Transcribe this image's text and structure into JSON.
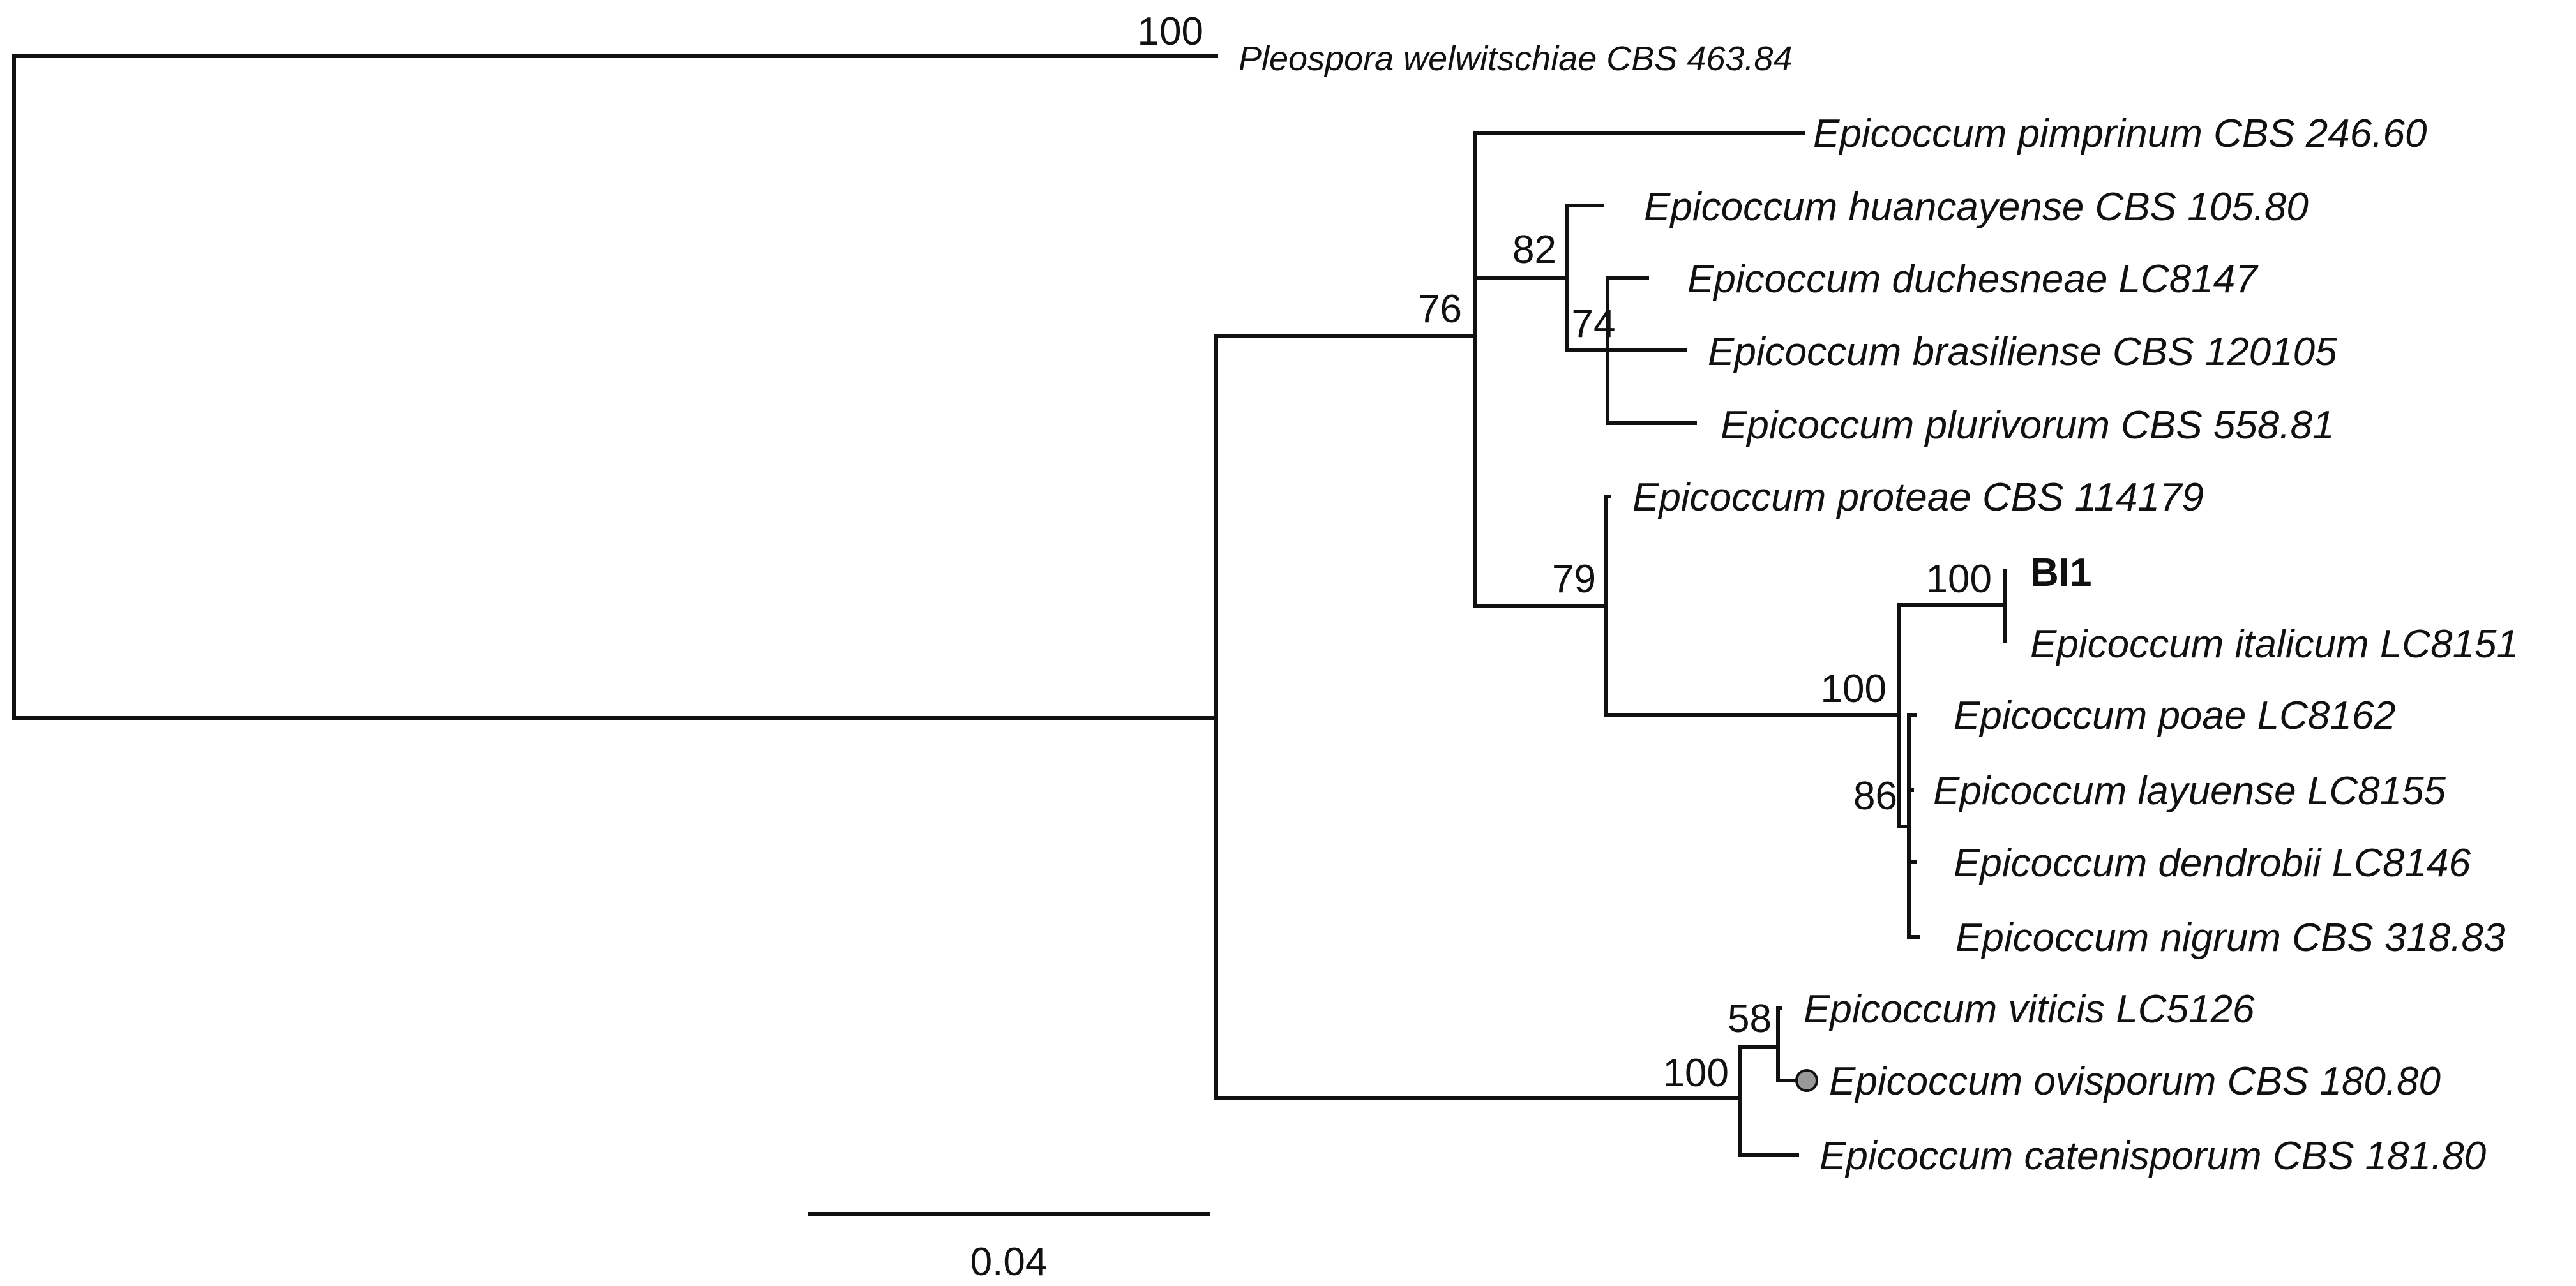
{
  "tree": {
    "taxa": {
      "pleospora": "Pleospora welwitschiae CBS 463.84",
      "pimprinum": "Epicoccum pimprinum CBS 246.60",
      "huancayense": "Epicoccum huancayense CBS 105.80",
      "duchesneae": "Epicoccum duchesneae LC8147",
      "brasiliense": "Epicoccum brasiliense CBS 120105",
      "plurivorum": "Epicoccum plurivorum CBS 558.81",
      "proteae": "Epicoccum proteae CBS 114179",
      "bi1": "BI1",
      "italicum": "Epicoccum italicum  LC8151",
      "poae": "Epicoccum poae  LC8162",
      "layuense": "Epicoccum layuense LC8155",
      "dendrobii": "Epicoccum dendrobii LC8146",
      "nigrum": "Epicoccum nigrum CBS 318.83",
      "viticis": "Epicoccum viticis LC5126",
      "ovisporum": "Epicoccum ovisporum CBS 180.80",
      "catenisporum": "Epicoccum catenisporum CBS 181.80"
    },
    "support": {
      "pleospora": "100",
      "clade_main": "76",
      "clade_82": "82",
      "clade_74": "74",
      "clade_79": "79",
      "clade_bi1": "100",
      "clade_nigrum": "100",
      "clade_86": "86",
      "clade_58": "58",
      "clade_catenisporum": "100"
    },
    "scale_bar_label": "0.04",
    "marker_color": "#999999",
    "line_color": "#111111"
  }
}
